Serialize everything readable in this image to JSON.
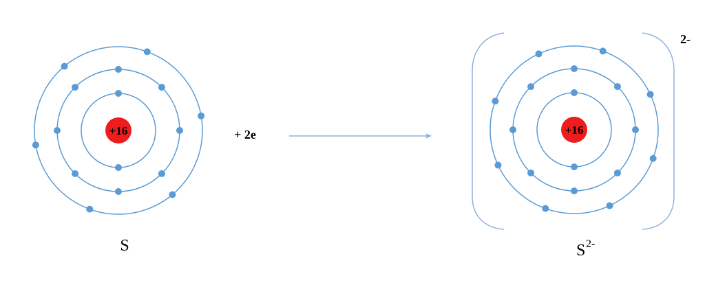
{
  "diagram": {
    "atom": {
      "nucleus_label": "+16",
      "symbol": "S",
      "shell_electrons": [
        2,
        8,
        6
      ]
    },
    "reaction": {
      "added_electrons_label": "+ 2e"
    },
    "ion": {
      "nucleus_label": "+16",
      "symbol": "S",
      "symbol_charge": "2-",
      "bracket_charge": "2-",
      "shell_electrons": [
        2,
        8,
        8
      ]
    },
    "colors": {
      "shell": "#5b9bd5",
      "electron": "#5b9bd5",
      "nucleus": "#ee1c1c",
      "arrow": "#8fb4dd",
      "bracket": "#8fb4dd"
    }
  }
}
